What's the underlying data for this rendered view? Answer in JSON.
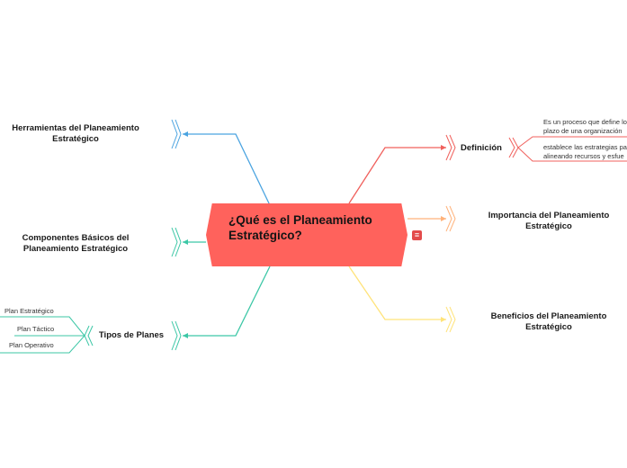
{
  "central_topic": "¿Qué es el Planeamiento Estratégico?",
  "branches": {
    "herramientas": "Herramientas del Planeamiento Estratégico",
    "componentes": "Componentes Básicos del Planeamiento Estratégico",
    "tipos": "Tipos de Planes",
    "definicion": "Definición",
    "importancia": "Importancia del Planeamiento Estratégico",
    "beneficios": "Beneficios del Planeamiento Estratégico"
  },
  "tipos_children": [
    "Plan Estratégico",
    "Plan Táctico",
    "Plan Operativo"
  ],
  "definicion_children": [
    "Es un proceso que define lo plazo de una organización",
    "establece las estrategias pa alineando recursos y esfue"
  ],
  "colors": {
    "central": "#ff625c",
    "red": "#f0605c",
    "blue": "#4aa3e0",
    "teal": "#3cc7a6",
    "orange": "#ffb27a",
    "yellow": "#ffe37a"
  },
  "icons": {
    "notes": "notes-icon"
  }
}
